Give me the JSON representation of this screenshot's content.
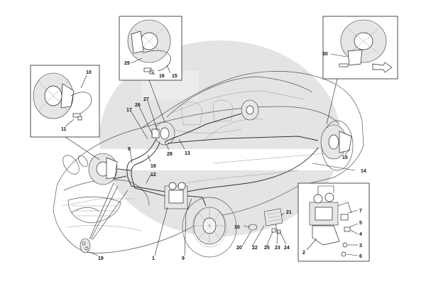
{
  "diagram": {
    "callouts": {
      "c1": "1",
      "c2": "2",
      "c3": "3",
      "c4": "4",
      "c5": "5",
      "c6": "6",
      "c7": "7",
      "c8": "8",
      "c9": "9",
      "c10a": "10",
      "c10b": "10",
      "c11": "11",
      "c12": "12",
      "c13": "13",
      "c14": "14",
      "c15a": "15",
      "c15b": "15",
      "c16": "16",
      "c17": "17",
      "c18": "18",
      "c19": "19",
      "c20": "20",
      "c21": "21",
      "c22": "22",
      "c23": "23",
      "c24": "24",
      "c25": "25",
      "c26": "26",
      "c27": "27",
      "c28": "28",
      "c29": "29",
      "c30": "30"
    },
    "colors": {
      "watermark": "#e4e4e4",
      "line": "#222222"
    }
  }
}
